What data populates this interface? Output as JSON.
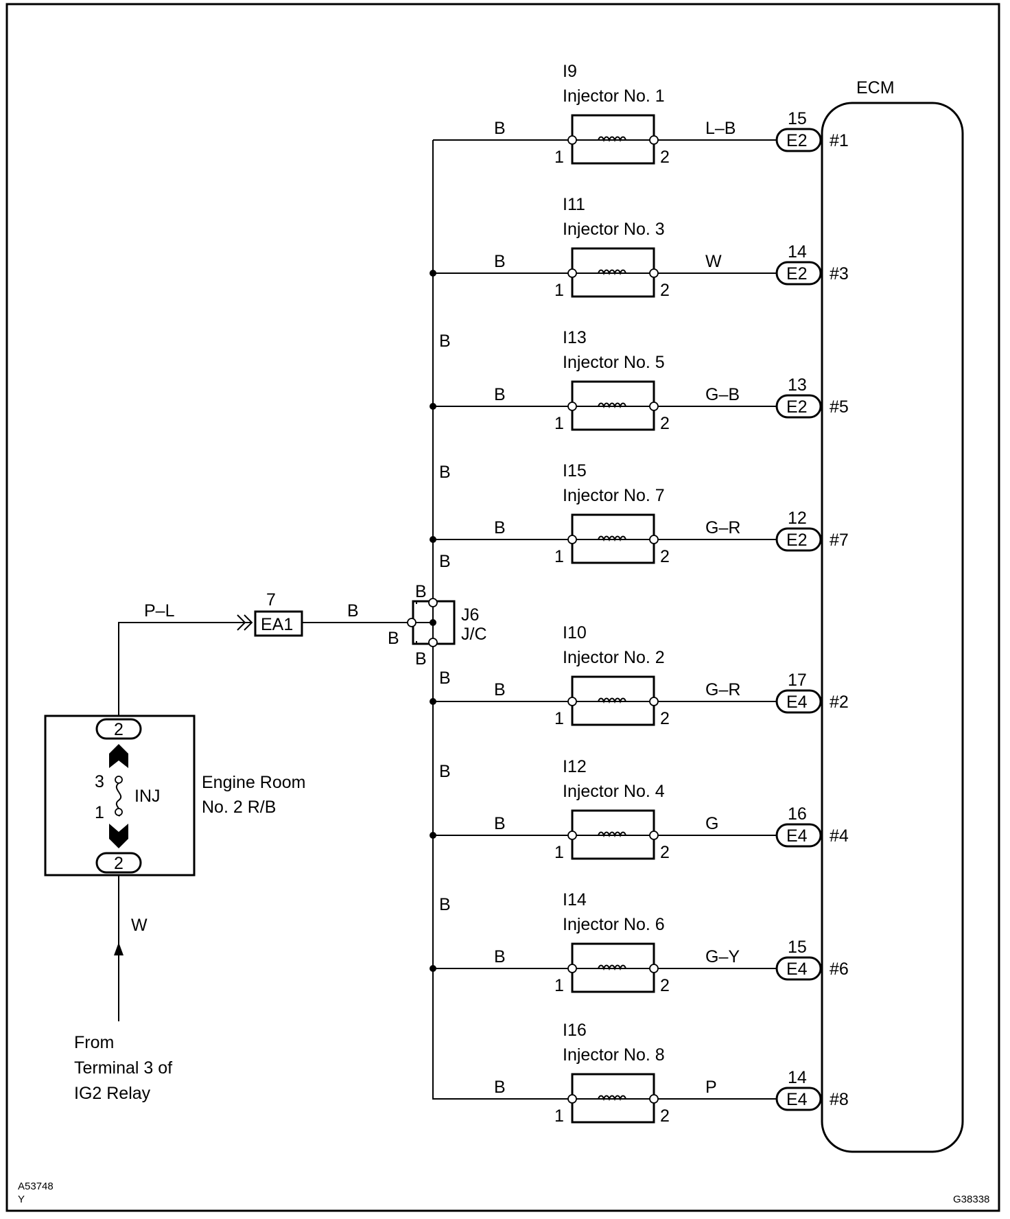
{
  "diagram": {
    "figure_id": "A53748",
    "figure_suffix": "Y",
    "drawing_id": "G38338",
    "ecm": {
      "label": "ECM"
    },
    "injectors": [
      {
        "id": "I9",
        "name": "Injector No. 1",
        "in_wire": "B",
        "out_wire": "L–B",
        "pin_in": "1",
        "pin_out": "2",
        "ecm_pin": "15",
        "ecm_conn": "E2",
        "signal": "#1"
      },
      {
        "id": "I11",
        "name": "Injector No. 3",
        "in_wire": "B",
        "out_wire": "W",
        "pin_in": "1",
        "pin_out": "2",
        "ecm_pin": "14",
        "ecm_conn": "E2",
        "signal": "#3"
      },
      {
        "id": "I13",
        "name": "Injector No. 5",
        "in_wire": "B",
        "out_wire": "G–B",
        "pin_in": "1",
        "pin_out": "2",
        "ecm_pin": "13",
        "ecm_conn": "E2",
        "signal": "#5"
      },
      {
        "id": "I15",
        "name": "Injector No. 7",
        "in_wire": "B",
        "out_wire": "G–R",
        "pin_in": "1",
        "pin_out": "2",
        "ecm_pin": "12",
        "ecm_conn": "E2",
        "signal": "#7"
      },
      {
        "id": "I10",
        "name": "Injector No. 2",
        "in_wire": "B",
        "out_wire": "G–R",
        "pin_in": "1",
        "pin_out": "2",
        "ecm_pin": "17",
        "ecm_conn": "E4",
        "signal": "#2"
      },
      {
        "id": "I12",
        "name": "Injector No. 4",
        "in_wire": "B",
        "out_wire": "G",
        "pin_in": "1",
        "pin_out": "2",
        "ecm_pin": "16",
        "ecm_conn": "E4",
        "signal": "#4"
      },
      {
        "id": "I14",
        "name": "Injector No. 6",
        "in_wire": "B",
        "out_wire": "G–Y",
        "pin_in": "1",
        "pin_out": "2",
        "ecm_pin": "15",
        "ecm_conn": "E4",
        "signal": "#6"
      },
      {
        "id": "I16",
        "name": "Injector No. 8",
        "in_wire": "B",
        "out_wire": "P",
        "pin_in": "1",
        "pin_out": "2",
        "ecm_pin": "14",
        "ecm_conn": "E4",
        "signal": "#8"
      }
    ],
    "bus_labels": [
      "B",
      "B",
      "B",
      "B",
      "B",
      "B"
    ],
    "junction": {
      "id": "J6",
      "name": "J/C",
      "top_label": "B",
      "left_label": "B",
      "bottom_label": "B"
    },
    "connector_ea1": {
      "pin": "7",
      "label": "EA1"
    },
    "wire_pl": "P–L",
    "wire_b_to_jc": "B",
    "relay_box": {
      "line1": "Engine Room",
      "line2": "No. 2 R/B",
      "fuse_label": "INJ",
      "top_pin": "2",
      "bottom_pin": "2",
      "fuse_pin_top": "3",
      "fuse_pin_bottom": "1"
    },
    "feed_wire": "W",
    "source": {
      "line1": "From",
      "line2": "Terminal 3 of",
      "line3": "IG2 Relay"
    }
  }
}
